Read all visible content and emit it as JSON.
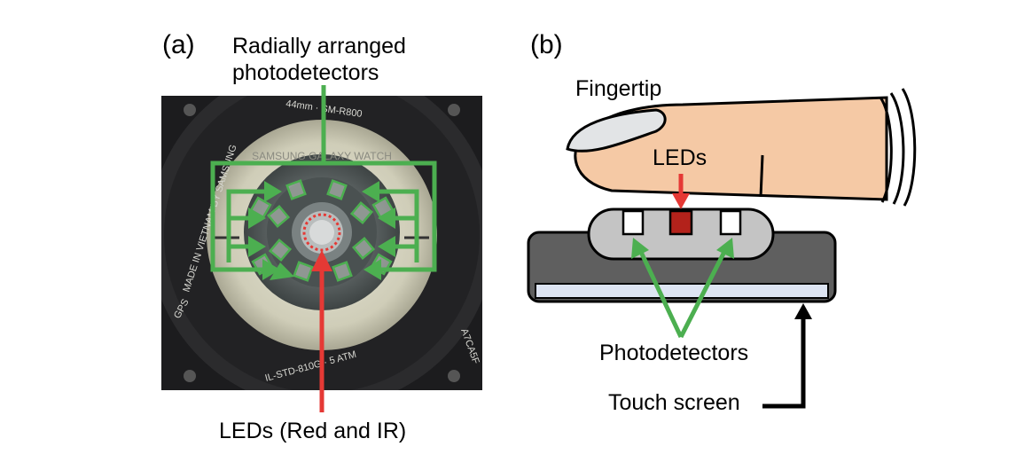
{
  "panel_a": {
    "tag": "(a)",
    "top_label_line1": "Radially arranged",
    "top_label_line2": "photodetectors",
    "bottom_label": "LEDs (Red and IR)",
    "watch_text": {
      "ring_top": "44mm · SM-R800",
      "brand": "SAMSUNG GALAXY WATCH",
      "left_side": "MADE IN VIETNAM BY SAMSUNG",
      "bottom": "IL-STD-810G · 5 ATM",
      "gps": "GPS",
      "right": "A7CA5F"
    },
    "colors": {
      "green": "#4caf50",
      "red": "#e53935"
    }
  },
  "panel_b": {
    "tag": "(b)",
    "fingertip_label": "Fingertip",
    "leds_label": "LEDs",
    "photodetectors_label": "Photodetectors",
    "touch_screen_label": "Touch screen",
    "colors": {
      "skin": "#f5c9a5",
      "led": "#b3221b",
      "green": "#4caf50",
      "red": "#e53935",
      "device": "#5f5f5f",
      "screen": "#dde4f2"
    }
  }
}
